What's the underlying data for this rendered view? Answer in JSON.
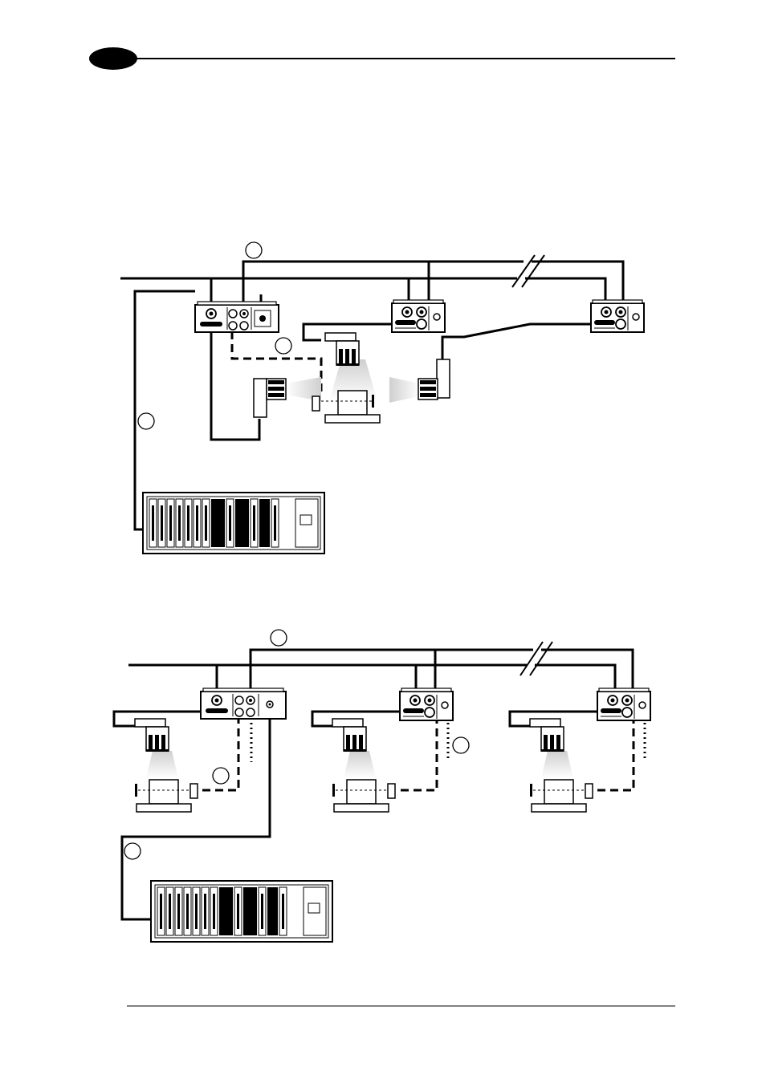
{
  "page": {
    "background": "#ffffff",
    "ink_color": "#000000",
    "beam_color": "#d8d8d8"
  },
  "header": {
    "badge_icon": "chapter-oval-badge",
    "badge_label": ""
  },
  "figure_top": {
    "callout_labels": [
      "",
      "",
      ""
    ],
    "scanners": 3,
    "slave_devices": 2
  },
  "figure_bottom": {
    "callout_labels": [
      "",
      "",
      ""
    ],
    "scanners": 3,
    "slave_devices": 2
  },
  "footer": {
    "text": ""
  }
}
